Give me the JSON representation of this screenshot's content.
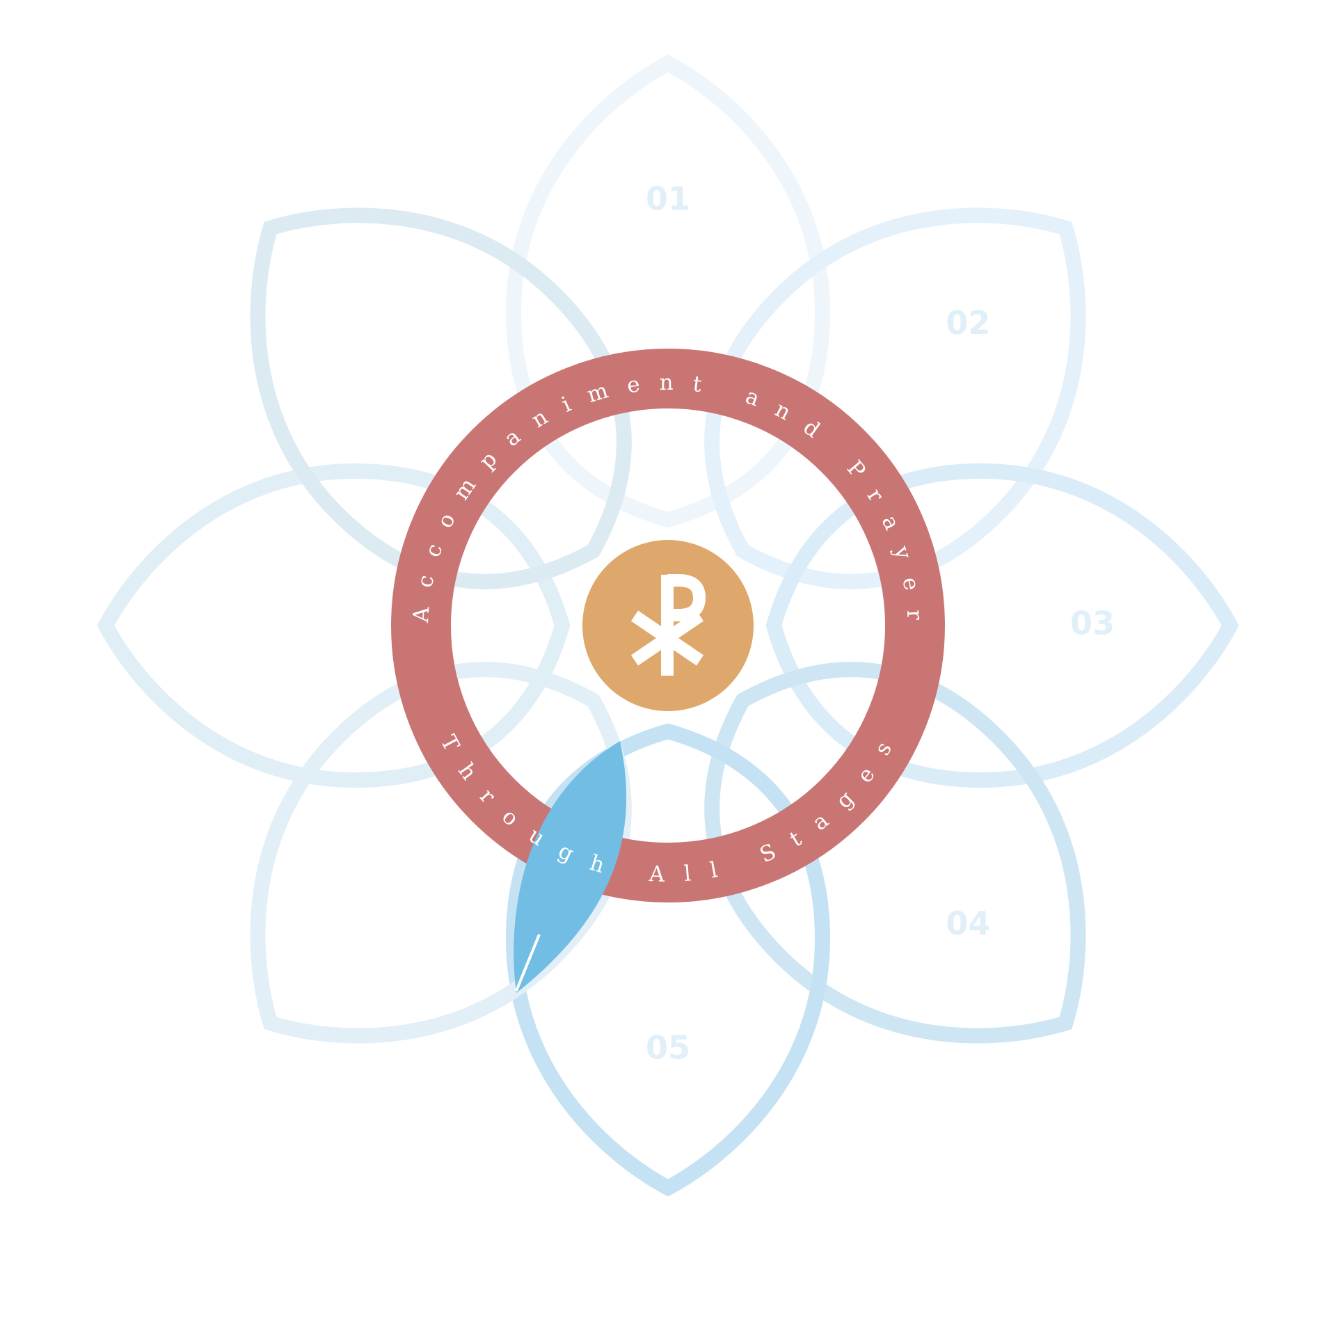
{
  "ring": {
    "top_text": "Accompaniment and Prayer",
    "bottom_text": "Through All Stages"
  },
  "center_symbol": "chi-rho-icon",
  "petals": [
    {
      "label": "01",
      "color": "#eef5fb"
    },
    {
      "label": "02",
      "color": "#e4f1fa"
    },
    {
      "label": "03",
      "color": "#d9ecf7"
    },
    {
      "label": "04",
      "color": "#cee6f4"
    },
    {
      "label": "05",
      "color": "#c4e2f3"
    },
    {
      "label": "",
      "color": "#e3eff7"
    },
    {
      "label": "",
      "color": "#e0eef6"
    },
    {
      "label": "",
      "color": "#dcebf2"
    }
  ],
  "colors": {
    "ring": "#c97574",
    "center": "#dea86c",
    "accent_leaf": "#72bde3"
  }
}
